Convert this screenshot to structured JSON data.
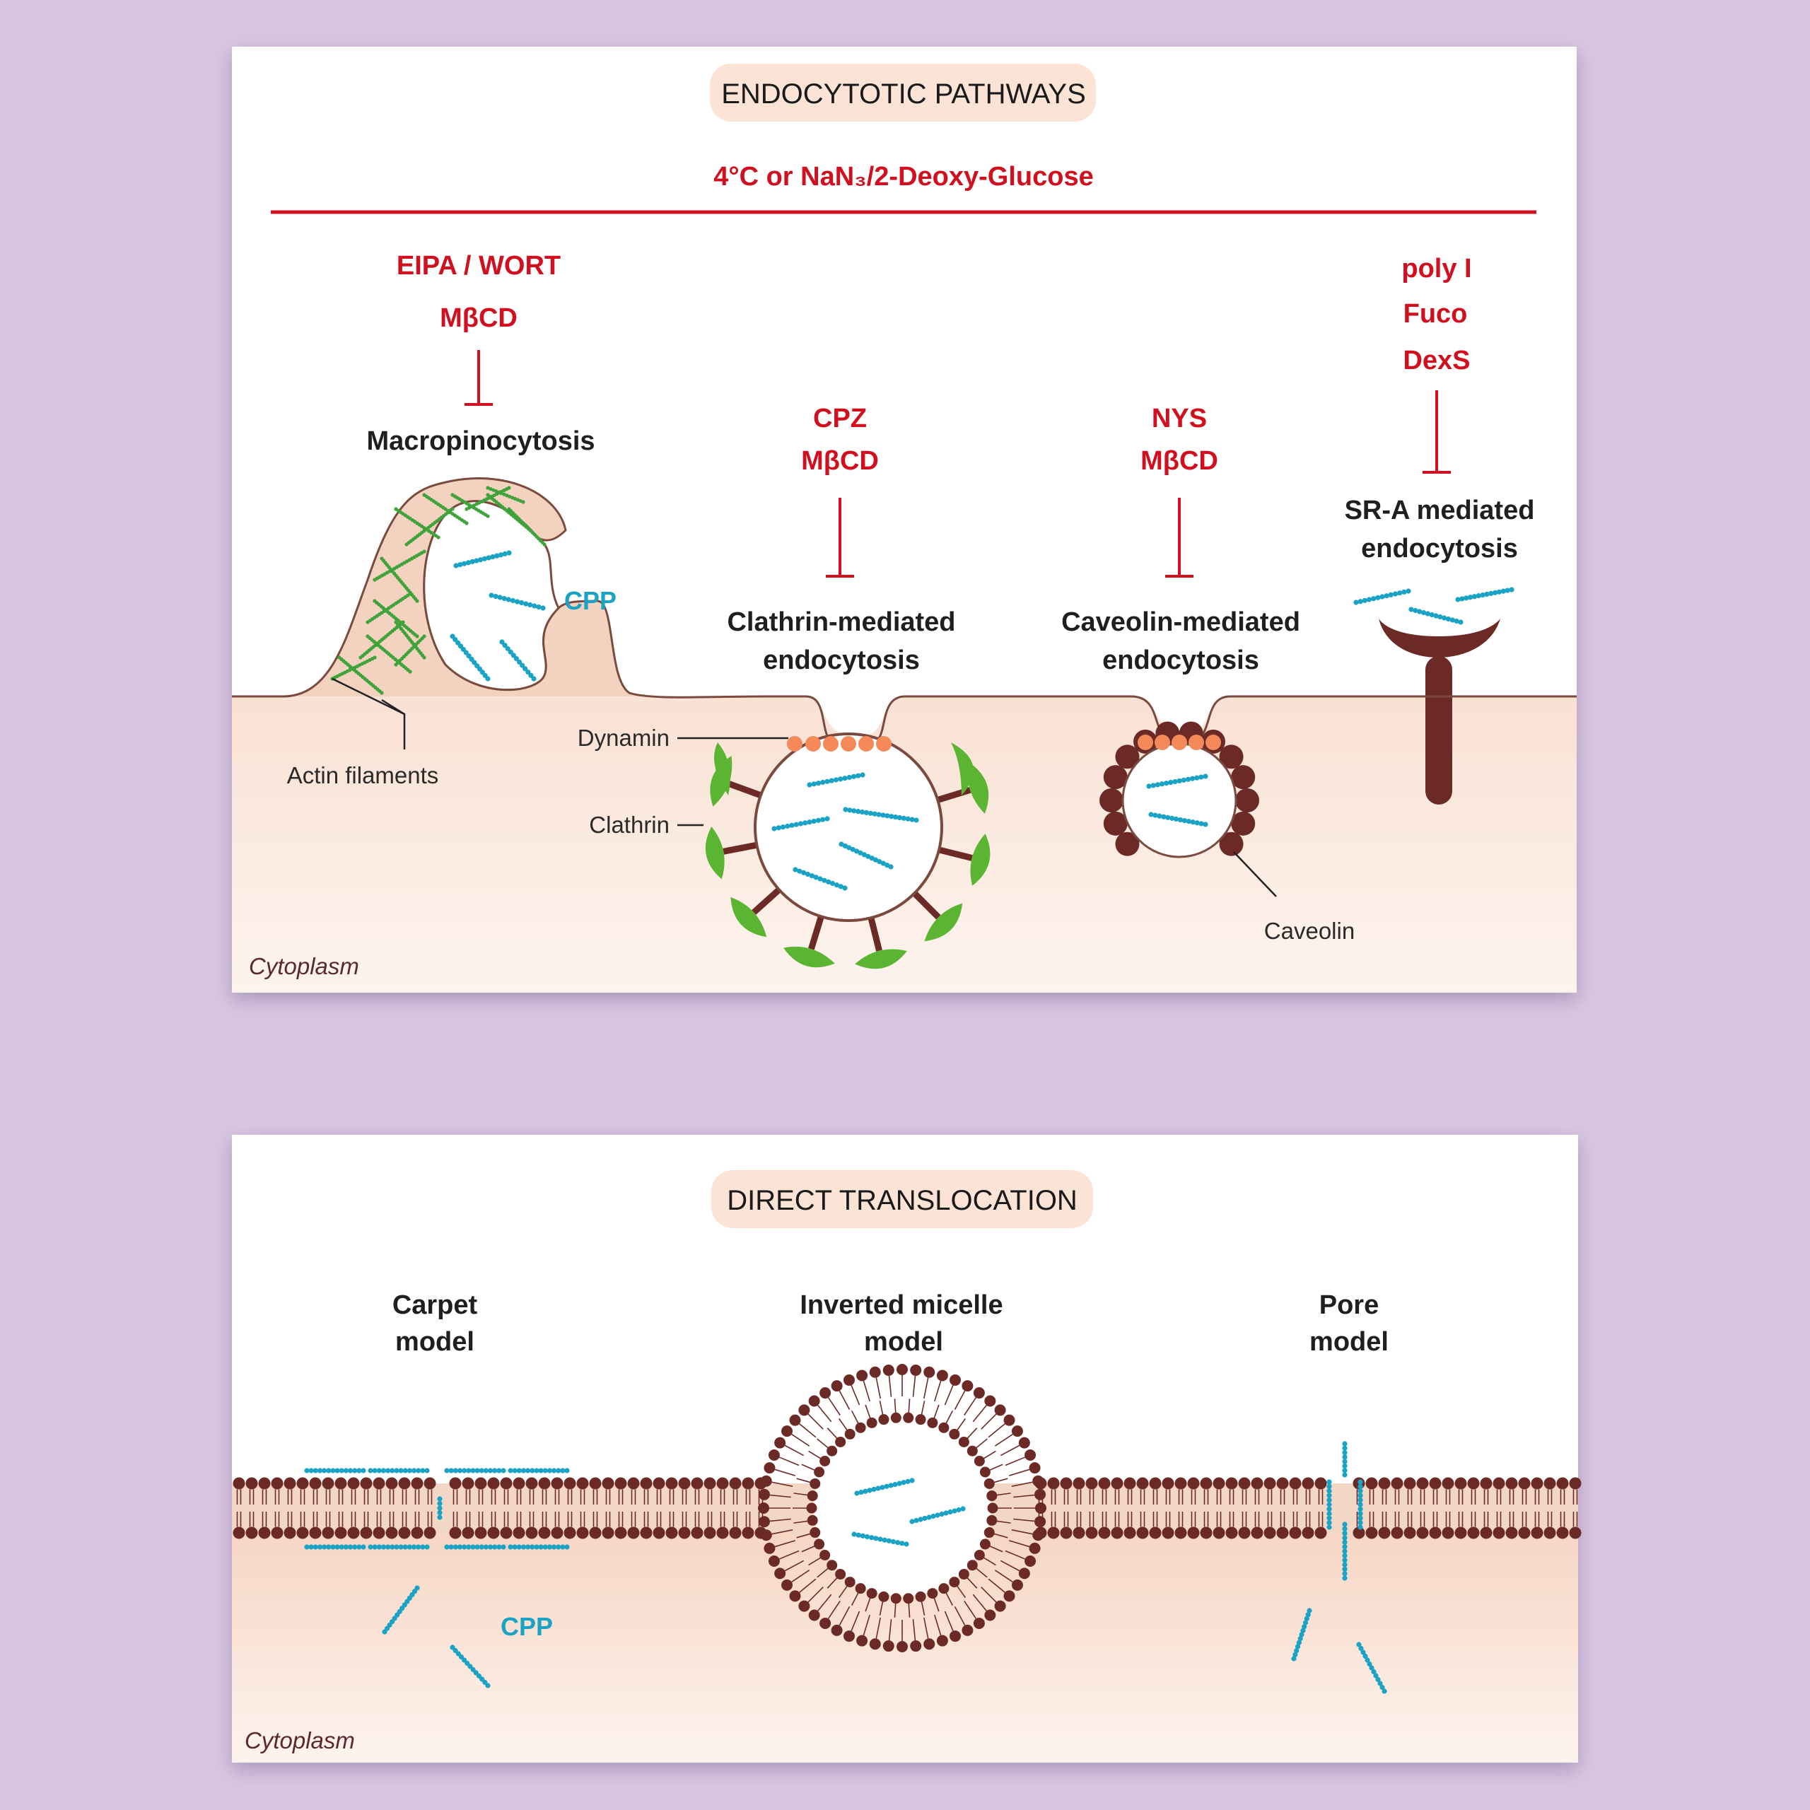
{
  "colors": {
    "background": "#d9c6e2",
    "panel": "#ffffff",
    "cytoplasm": "#f7d9c8",
    "inhibitor_red": "#d0101e",
    "cpp_cyan": "#1aa3c4",
    "lipid_brown": "#6b2a26",
    "actin_green": "#3fa33a",
    "clathrin_green": "#5bb533",
    "dynamin_orange": "#f48a5a",
    "title_pill": "#fbe3d6"
  },
  "endocytosis": {
    "title": "ENDOCYTOTIC PATHWAYS",
    "global_inhibitor": "4°C or NaN₃/2-Deoxy-Glucose",
    "macropinocytosis": {
      "inhibitors": [
        "EIPA / WORT",
        "MβCD"
      ],
      "name": "Macropinocytosis",
      "actin_label": "Actin filaments",
      "cpp_label": "CPP"
    },
    "clathrin": {
      "inhibitors": [
        "CPZ",
        "MβCD"
      ],
      "name_lines": [
        "Clathrin-mediated",
        "endocytosis"
      ],
      "dynamin_label": "Dynamin",
      "clathrin_label": "Clathrin"
    },
    "caveolin": {
      "inhibitors": [
        "NYS",
        "MβCD"
      ],
      "name_lines": [
        "Caveolin-mediated",
        "endocytosis"
      ],
      "caveolin_label": "Caveolin"
    },
    "sra": {
      "inhibitors": [
        "poly I",
        "Fuco",
        "DexS"
      ],
      "name_lines": [
        "SR-A mediated",
        "endocytosis"
      ]
    },
    "cytoplasm_label": "Cytoplasm"
  },
  "translocation": {
    "title": "DIRECT TRANSLOCATION",
    "carpet": {
      "name_lines": [
        "Carpet",
        "model"
      ]
    },
    "micelle": {
      "name_lines": [
        "Inverted micelle",
        "model"
      ]
    },
    "pore": {
      "name_lines": [
        "Pore",
        "model"
      ]
    },
    "cpp_label": "CPP",
    "cytoplasm_label": "Cytoplasm"
  }
}
